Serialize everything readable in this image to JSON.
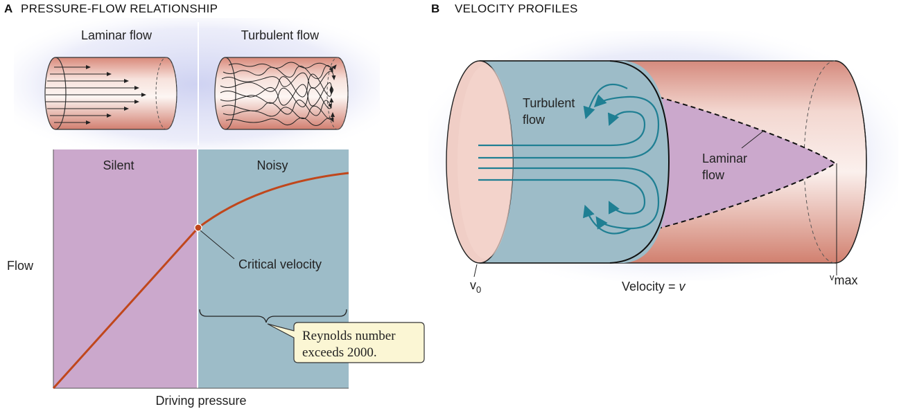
{
  "panel_a": {
    "letter": "A",
    "title": "PRESSURE-FLOW RELATIONSHIP",
    "laminar_label": "Laminar flow",
    "turbulent_label": "Turbulent flow",
    "silent_label": "Silent",
    "noisy_label": "Noisy",
    "y_label": "Flow",
    "x_label": "Driving pressure",
    "critical_label": "Critical velocity",
    "callout_line1": "Reynolds number",
    "callout_line2": "exceeds 2000."
  },
  "panel_b": {
    "letter": "B",
    "title": "VELOCITY PROFILES",
    "turbulent_line1": "Turbulent",
    "turbulent_line2": "flow",
    "laminar_line1": "Laminar",
    "laminar_line2": "flow",
    "v0_base": "v",
    "v0_sub": "0",
    "vmax_sup": "v",
    "vmax_base": "max",
    "velocity_prefix": "Velocity = ",
    "velocity_symbol": "v"
  },
  "colors": {
    "silent_region": "#cba8cc",
    "noisy_region": "#9dbcc8",
    "flow_curve": "#c0471c",
    "turbulent_arrows": "#1f7f93",
    "callout_fill": "#fbf6d4"
  }
}
